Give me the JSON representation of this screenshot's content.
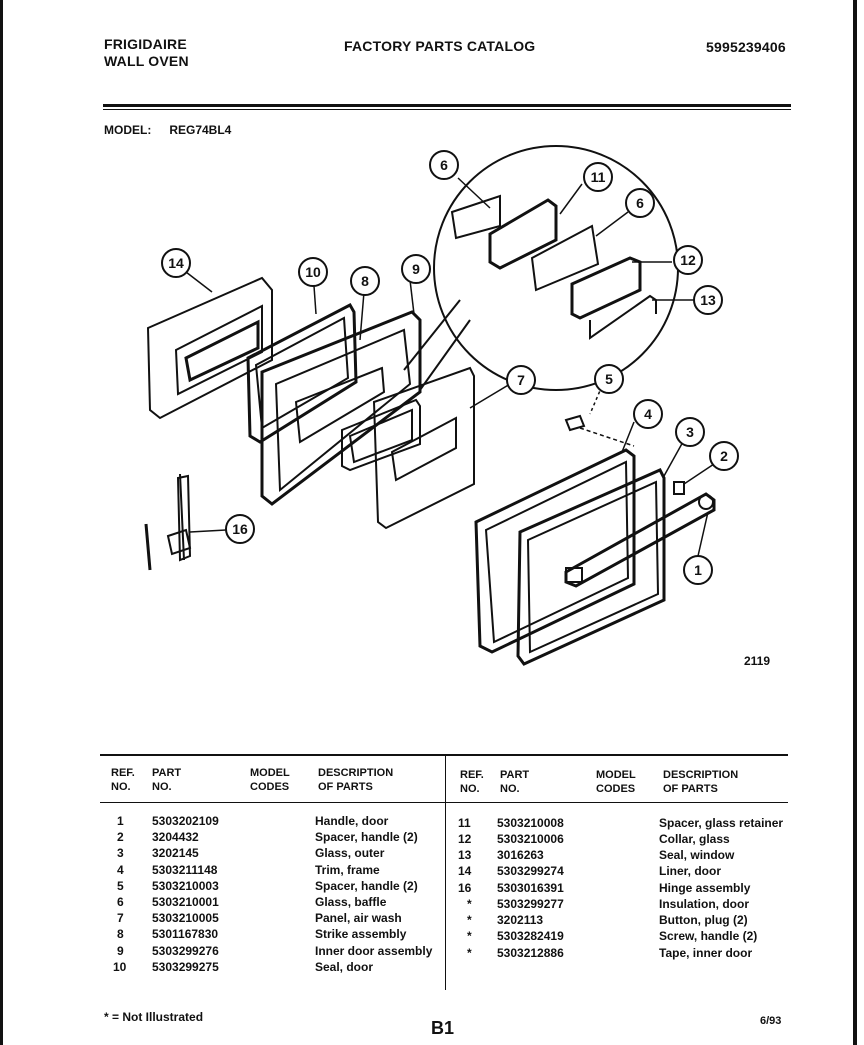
{
  "header": {
    "brand_line1": "FRIGIDAIRE",
    "brand_line2": "WALL OVEN",
    "catalog_title": "FACTORY PARTS CATALOG",
    "catalog_number": "5995239406"
  },
  "model": {
    "label": "MODEL:",
    "value": "REG74BL4"
  },
  "diagram": {
    "figure_number": "2119",
    "callouts": [
      "1",
      "2",
      "3",
      "4",
      "5",
      "6",
      "7",
      "8",
      "9",
      "10",
      "11",
      "12",
      "13",
      "14",
      "16"
    ]
  },
  "table": {
    "headers": {
      "ref_line1": "REF.",
      "ref_line2": "NO.",
      "part_line1": "PART",
      "part_line2": "NO.",
      "codes_line1": "MODEL",
      "codes_line2": "CODES",
      "desc_line1": "DESCRIPTION",
      "desc_line2": "OF PARTS"
    },
    "left_rows": [
      {
        "ref": "1",
        "part": "5303202109",
        "desc": "Handle, door"
      },
      {
        "ref": "2",
        "part": "3204432",
        "desc": "Spacer, handle (2)"
      },
      {
        "ref": "3",
        "part": "3202145",
        "desc": "Glass, outer"
      },
      {
        "ref": "4",
        "part": "5303211148",
        "desc": "Trim, frame"
      },
      {
        "ref": "5",
        "part": "5303210003",
        "desc": "Spacer, handle (2)"
      },
      {
        "ref": "6",
        "part": "5303210001",
        "desc": "Glass, baffle"
      },
      {
        "ref": "7",
        "part": "5303210005",
        "desc": "Panel, air wash"
      },
      {
        "ref": "8",
        "part": "5301167830",
        "desc": "Strike assembly"
      },
      {
        "ref": "9",
        "part": "5303299276",
        "desc": "Inner door assembly"
      },
      {
        "ref": "10",
        "part": "5303299275",
        "desc": "Seal, door"
      }
    ],
    "right_rows": [
      {
        "ref": "11",
        "part": "5303210008",
        "desc": "Spacer, glass retainer"
      },
      {
        "ref": "12",
        "part": "5303210006",
        "desc": "Collar, glass"
      },
      {
        "ref": "13",
        "part": "3016263",
        "desc": "Seal, window"
      },
      {
        "ref": "14",
        "part": "5303299274",
        "desc": "Liner, door"
      },
      {
        "ref": "16",
        "part": "5303016391",
        "desc": "Hinge assembly"
      },
      {
        "ref": "*",
        "part": "5303299277",
        "desc": "Insulation, door"
      },
      {
        "ref": "*",
        "part": "3202113",
        "desc": "Button, plug (2)"
      },
      {
        "ref": "*",
        "part": "5303282419",
        "desc": "Screw, handle (2)"
      },
      {
        "ref": "*",
        "part": "5303212886",
        "desc": "Tape, inner door"
      }
    ]
  },
  "footer": {
    "legend": "* = Not Illustrated",
    "page": "B1",
    "date": "6/93"
  }
}
